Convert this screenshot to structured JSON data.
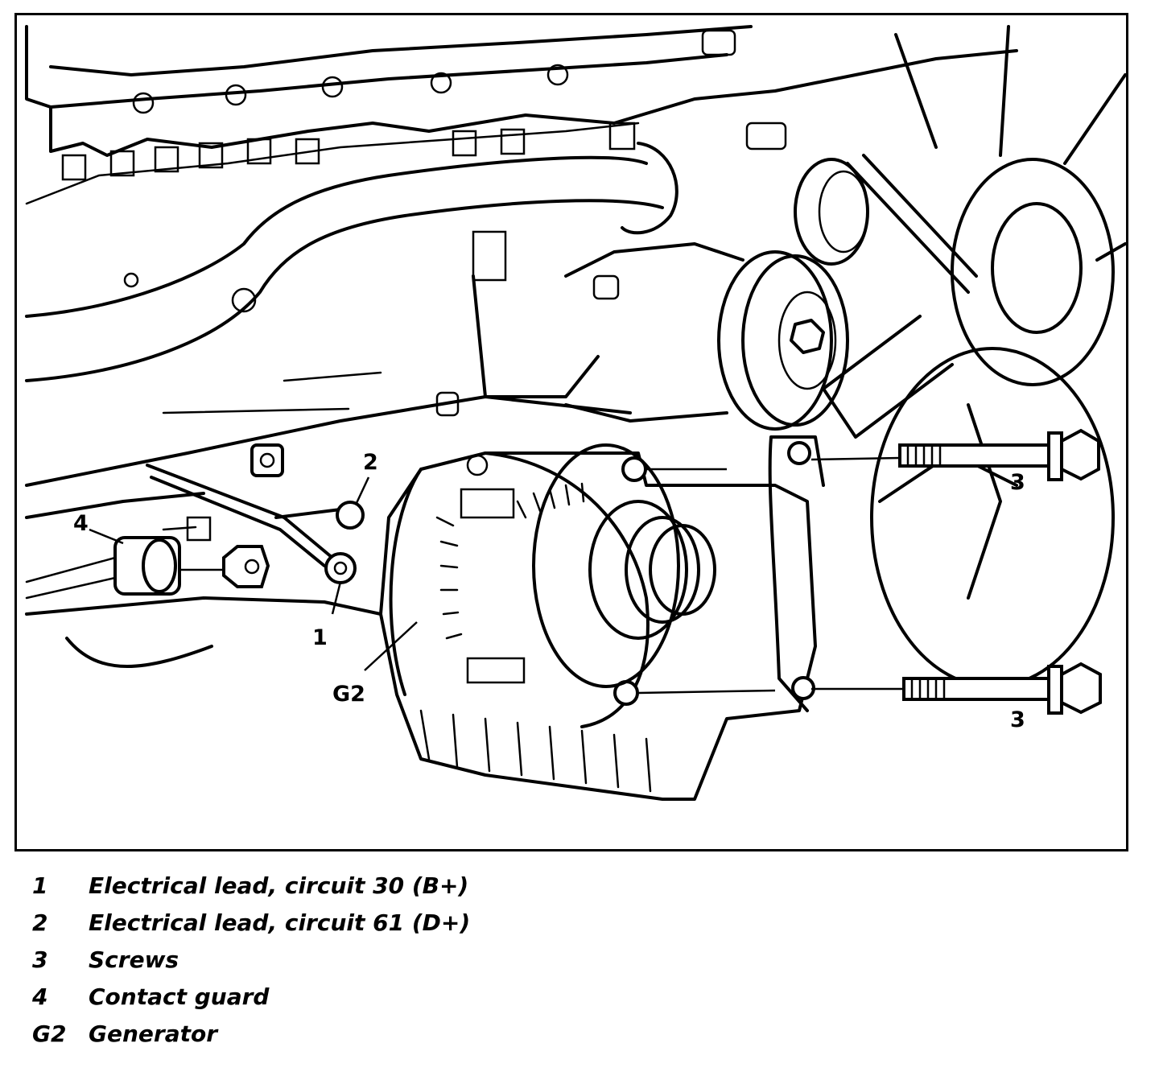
{
  "figure": {
    "callouts": {
      "c1": "1",
      "c2": "2",
      "c3a": "3",
      "c3b": "3",
      "c4": "4",
      "cG2": "G2"
    }
  },
  "legend": [
    {
      "num": "1",
      "text": "Electrical lead, circuit 30 (B+)"
    },
    {
      "num": "2",
      "text": "Electrical lead, circuit 61 (D+)"
    },
    {
      "num": "3",
      "text": "Screws"
    },
    {
      "num": "4",
      "text": "Contact guard"
    },
    {
      "num": "G2",
      "text": "Generator"
    }
  ]
}
